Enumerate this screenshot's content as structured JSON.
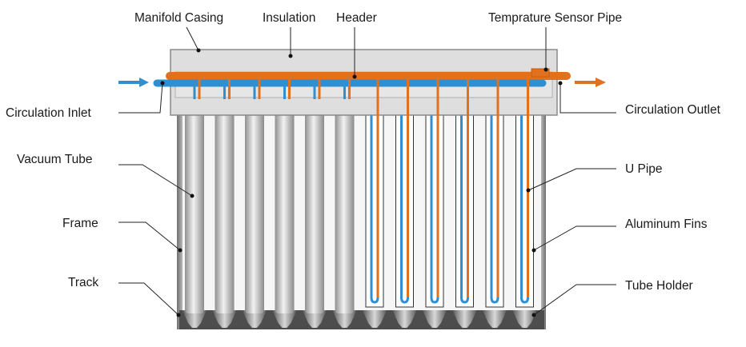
{
  "labels": {
    "manifold_casing": "Manifold Casing",
    "insulation": "Insulation",
    "header": "Header",
    "temperature_sensor_pipe": "Temprature Sensor Pipe",
    "circulation_inlet": "Circulation Inlet",
    "circulation_outlet": "Circulation Outlet",
    "vacuum_tube": "Vacuum Tube",
    "u_pipe": "U Pipe",
    "frame": "Frame",
    "aluminum_fins": "Aluminum Fins",
    "track": "Track",
    "tube_holder": "Tube Holder"
  },
  "colors": {
    "hot_pipe": "#e2711d",
    "cold_pipe": "#2f8fd0",
    "casing_fill": "#dedede",
    "casing_stroke": "#888888",
    "frame": "#8c8c8c",
    "tube_light": "#efefef",
    "tube_dark": "#9a9a9a",
    "leader_line": "#222222"
  },
  "counts": {
    "closed_vacuum_tubes": 6,
    "open_u_pipe_tubes": 6
  }
}
